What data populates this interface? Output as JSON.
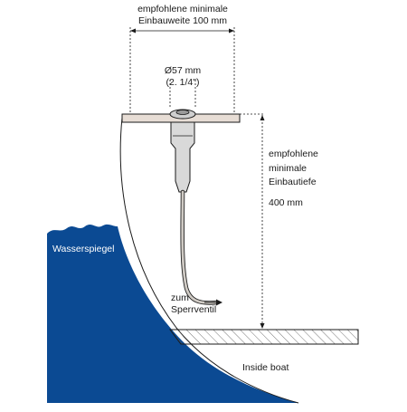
{
  "width_label": {
    "line1": "empfohlene minimale",
    "line2": "Einbauweite 100 mm"
  },
  "diameter_label": {
    "line1": "Ø57 mm",
    "line2": "(2. 1/4\")"
  },
  "depth_label": {
    "line1": "empfohlene",
    "line2": "minimale",
    "line3": "Einbautiefe",
    "line4": "400 mm"
  },
  "water_label": "Wasserspiegel",
  "valve_label": {
    "line1": "zum",
    "line2": "Sperrventil"
  },
  "inside_label": "Inside boat",
  "colors": {
    "water": "#0b4a93",
    "line": "#1a1a1a",
    "plate": "#e7ddd5",
    "body": "#d9d9d9",
    "cable": "#cfcac4"
  }
}
